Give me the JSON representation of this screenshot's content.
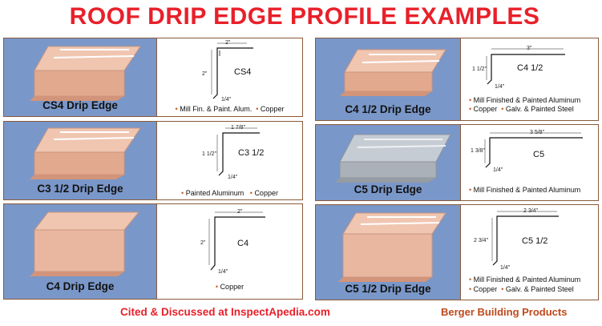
{
  "title": "ROOF DRIP EDGE PROFILE EXAMPLES",
  "left_panel": [
    {
      "label": "CS4 Drip Edge",
      "code": "CS4",
      "top_dim": "2\"",
      "side_dim": "2\"",
      "lip_dim": "1/4\"",
      "notes": [
        [
          "Mill Fin. & Paint. Alum.",
          "Copper"
        ]
      ]
    },
    {
      "label": "C3 1/2 Drip Edge",
      "code": "C3 1/2",
      "top_dim": "1 7/8\"",
      "side_dim": "1 1/2\"",
      "lip_dim": "1/4\"",
      "notes": [
        [
          "Painted Aluminum",
          "Copper"
        ]
      ]
    },
    {
      "label": "C4 Drip Edge",
      "code": "C4",
      "top_dim": "2\"",
      "side_dim": "2\"",
      "lip_dim": "1/4\"",
      "notes": [
        [
          "Copper"
        ]
      ]
    }
  ],
  "right_panel": [
    {
      "label": "C4 1/2 Drip Edge",
      "code": "C4 1/2",
      "top_dim": "3\"",
      "side_dim": "1 1/2\"",
      "lip_dim": "1/4\"",
      "notes": [
        [
          "Mill Finished & Painted Aluminum"
        ],
        [
          "Copper",
          "Galv. & Painted Steel"
        ]
      ]
    },
    {
      "label": "C5 Drip Edge",
      "code": "C5",
      "top_dim": "3 5/8\"",
      "side_dim": "1 3/8\"",
      "lip_dim": "1/4\"",
      "notes": [
        [
          "Mill Finished & Painted Aluminum"
        ]
      ]
    },
    {
      "label": "C5 1/2 Drip Edge",
      "code": "C5 1/2",
      "top_dim": "2 3/4\"",
      "side_dim": "2 3/4\"",
      "lip_dim": "1/4\"",
      "notes": [
        [
          "Mill Finished & Painted Aluminum"
        ],
        [
          "Copper",
          "Galv. & Painted Steel"
        ]
      ]
    }
  ],
  "footer": {
    "cited": "Cited & Discussed at  InspectApedia.com",
    "source": "Berger Building Products"
  },
  "colors": {
    "title": "#e8202a",
    "photo_bg": "#7a97c9",
    "copper": "#e9b7a0",
    "galv": "#b9bfc6",
    "border": "#8a5a3a",
    "bullet": "#c45a1a"
  }
}
